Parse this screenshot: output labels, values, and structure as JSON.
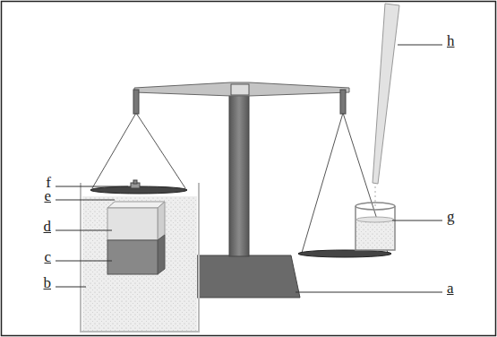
{
  "diagram": {
    "labels": [
      "h",
      "f",
      "e",
      "g",
      "d",
      "c",
      "b",
      "a"
    ]
  }
}
